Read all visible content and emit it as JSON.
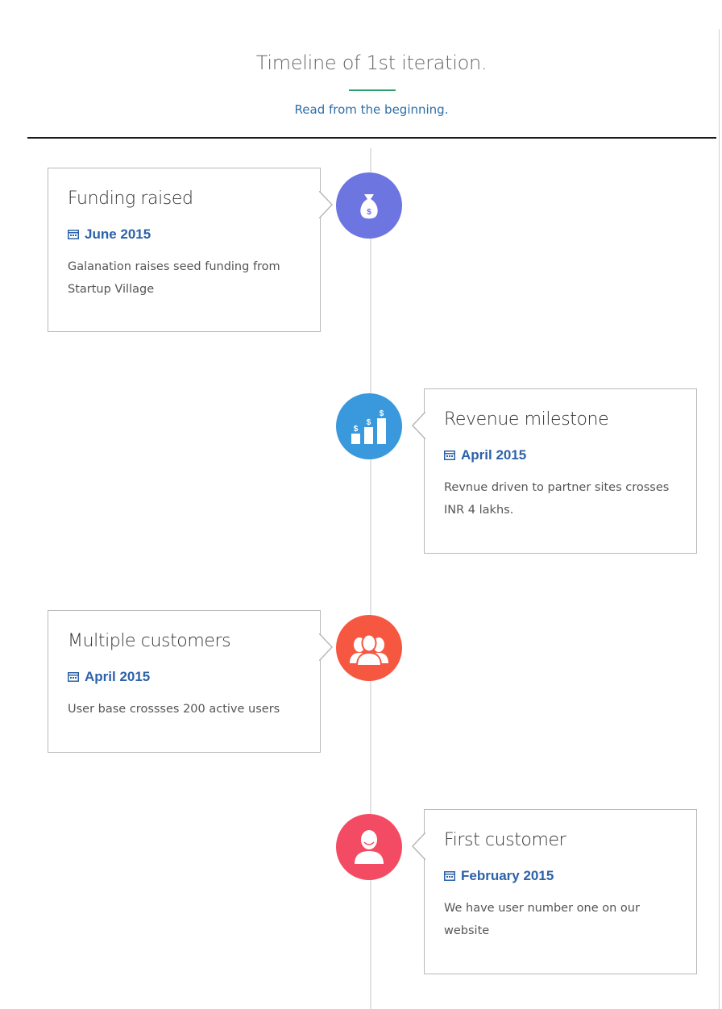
{
  "header": {
    "title": "Timeline of 1st iteration.",
    "link": "Read from the beginning."
  },
  "colors": {
    "accent_underline": "#2e9d6e",
    "link": "#2d6ea8",
    "date": "#2c62a8"
  },
  "events": [
    {
      "title": "Funding raised",
      "date": "June 2015",
      "description": "Galanation raises seed funding from Startup Village",
      "side": "left",
      "icon": "money-bag-icon",
      "icon_color": "#6c75e0"
    },
    {
      "title": "Revenue milestone",
      "date": "April 2015",
      "description": "Revnue driven to partner sites crosses INR 4 lakhs.",
      "side": "right",
      "icon": "revenue-bars-icon",
      "icon_color": "#3a98dc"
    },
    {
      "title": "Multiple customers",
      "date": "April 2015",
      "description": "User base crossses 200 active users",
      "side": "left",
      "icon": "users-group-icon",
      "icon_color": "#f65740"
    },
    {
      "title": "First customer",
      "date": "February 2015",
      "description": "We have user number one on our website",
      "side": "right",
      "icon": "user-icon",
      "icon_color": "#f34b63"
    }
  ]
}
